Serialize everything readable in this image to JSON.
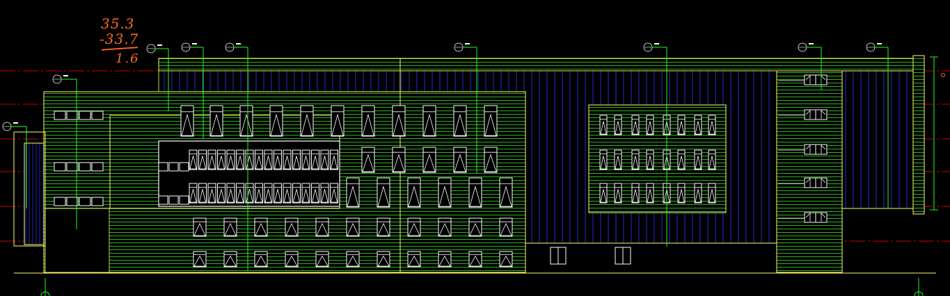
{
  "annotation": {
    "line1": "35.3",
    "line2": "-33.7",
    "result": "1.6"
  },
  "colors": {
    "background": "#000000",
    "facade_hatch": "#2fb11f",
    "outline": "#ffff66",
    "curtain_wall": "#2323b4",
    "window": "#ffffff",
    "grid_axis": "#cc0000",
    "leader": "#22ff22",
    "handwriting": "#ff6a1f"
  }
}
